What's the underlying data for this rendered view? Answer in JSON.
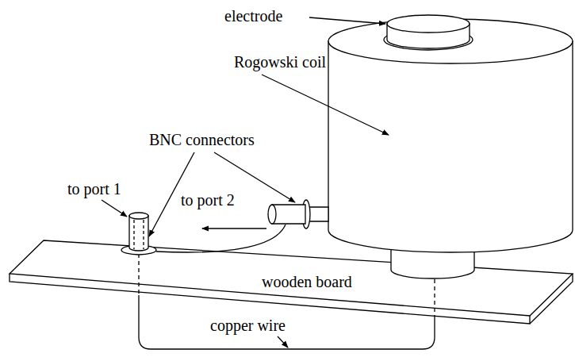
{
  "diagram": {
    "labels": [
      "electrode",
      "Rogowski coil",
      "BNC connectors",
      "to port 1",
      "to port 2",
      "wooden board",
      "copper wire"
    ]
  }
}
